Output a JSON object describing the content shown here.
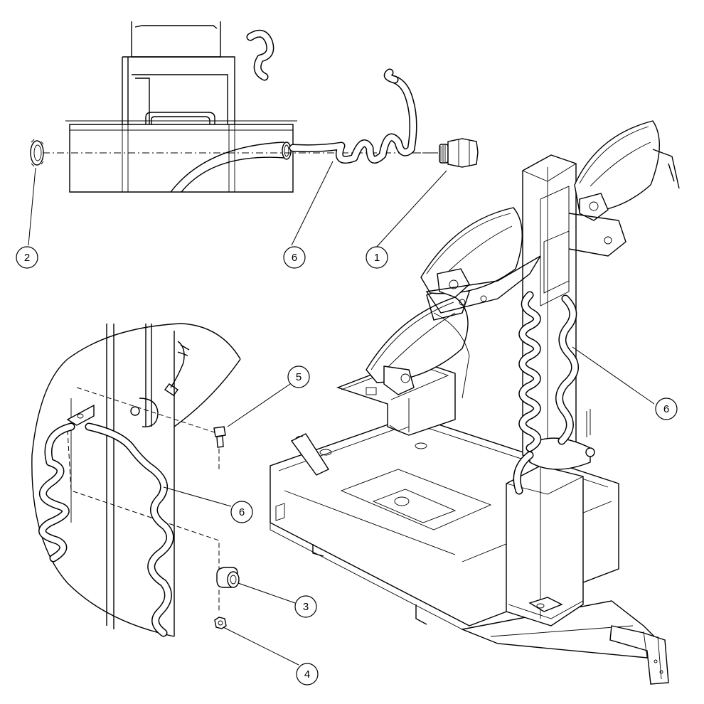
{
  "callouts": [
    {
      "id": "c1",
      "label": "1"
    },
    {
      "id": "c2",
      "label": "2"
    },
    {
      "id": "c3",
      "label": "3"
    },
    {
      "id": "c4",
      "label": "4"
    },
    {
      "id": "c5",
      "label": "5"
    },
    {
      "id": "c6a",
      "label": "6"
    },
    {
      "id": "c6b",
      "label": "6"
    },
    {
      "id": "c6c",
      "label": "6"
    }
  ]
}
